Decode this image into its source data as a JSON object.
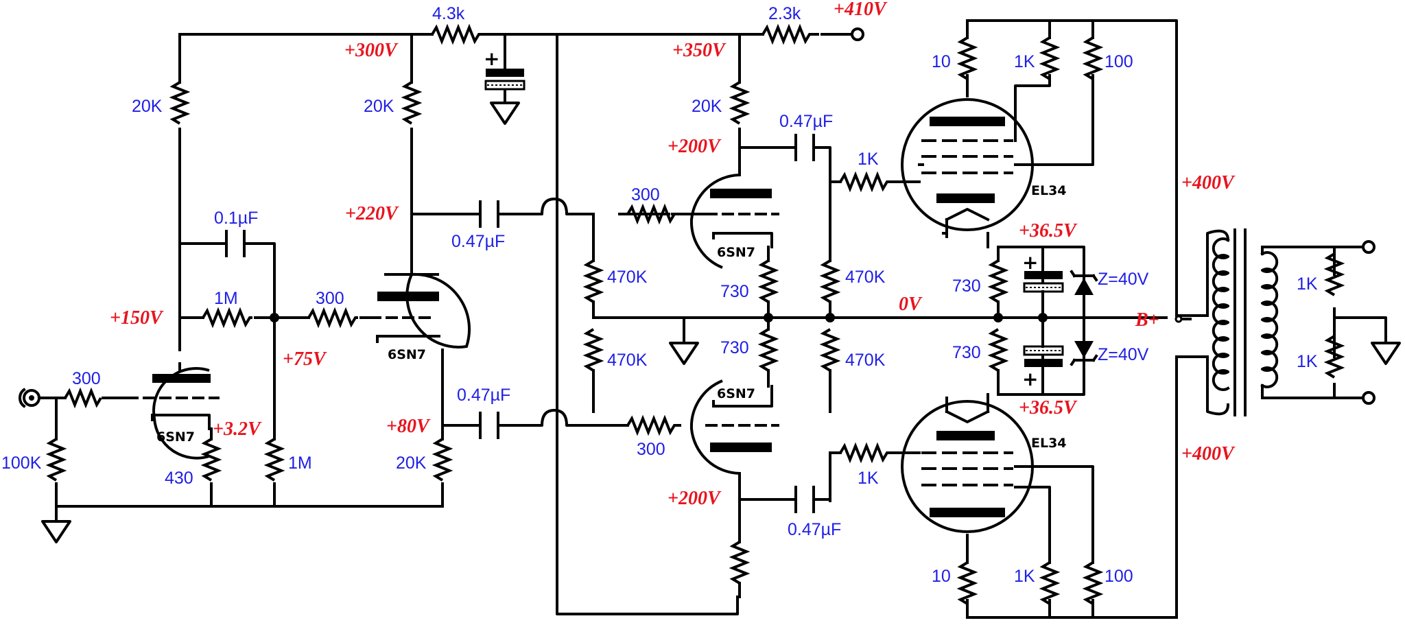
{
  "labels": {
    "r_4_3k": "4.3k",
    "r_2_3k": "2.3k",
    "r_20k_a": "20K",
    "r_20k_b": "20K",
    "r_20k_c": "20K",
    "r_20k_d": "20K",
    "c_0_1uf": "0.1µF",
    "c_0_47uf_a": "0.47µF",
    "c_0_47uf_b": "0.47µF",
    "c_0_47uf_c": "0.47µF",
    "c_0_47uf_d": "0.47µF",
    "r_1m_a": "1M",
    "r_1m_b": "1M",
    "r_300_a": "300",
    "r_300_b": "300",
    "r_300_c": "300",
    "r_300_d": "300",
    "r_100k": "100K",
    "r_430": "430",
    "r_470k_a": "470K",
    "r_470k_b": "470K",
    "r_470k_c": "470K",
    "r_470k_d": "470K",
    "r_730_a": "730",
    "r_730_b": "730",
    "r_730_c": "730",
    "r_730_d": "730",
    "r_1k_a": "1K",
    "r_1k_b": "1K",
    "r_1k_top": "1K",
    "r_1k_bot": "1K",
    "r_1k_out_a": "1K",
    "r_1k_out_b": "1K",
    "r_10_top": "10",
    "r_10_bot": "10",
    "r_100_top": "100",
    "r_100_bot": "100",
    "zener_top": "Z=40V",
    "zener_bot": "Z=40V"
  },
  "voltages": {
    "v410": "+410V",
    "v300": "+300V",
    "v350": "+350V",
    "v200_top": "+200V",
    "v200_bot": "+200V",
    "v220": "+220V",
    "v150": "+150V",
    "v75": "+75V",
    "v3_2": "+3.2V",
    "v80": "+80V",
    "v0": "0V",
    "v36_5_top": "+36.5V",
    "v36_5_bot": "+36.5V",
    "v400_top": "+400V",
    "v400_bot": "+400V",
    "bplus": "B+"
  },
  "tubes": {
    "t1": "6SN7",
    "t2": "6SN7",
    "t3": "6SN7",
    "t4": "6SN7",
    "el_top": "EL34",
    "el_bot": "EL34"
  },
  "colors": {
    "component_label": "#1e1ee6",
    "voltage_label": "#e8141e",
    "wire": "#000000"
  }
}
